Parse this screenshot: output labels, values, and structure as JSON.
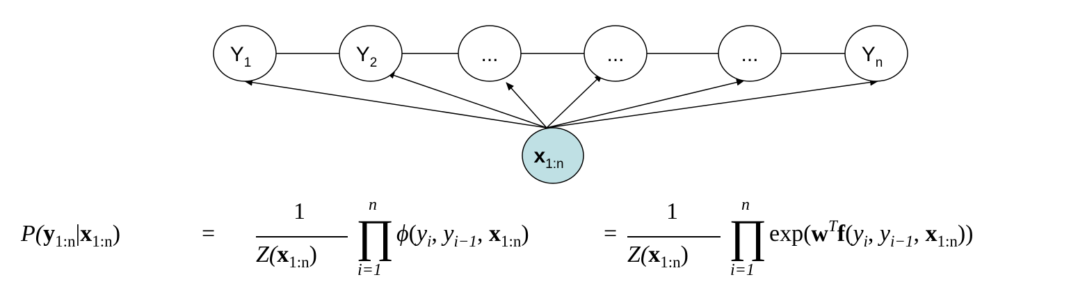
{
  "diagram": {
    "chain_nodes": [
      {
        "label": "Y",
        "sub": "1"
      },
      {
        "label": "Y",
        "sub": "2"
      },
      {
        "label": "...",
        "sub": ""
      },
      {
        "label": "...",
        "sub": ""
      },
      {
        "label": "...",
        "sub": ""
      },
      {
        "label": "Y",
        "sub": "n"
      }
    ],
    "observed_node": {
      "label": "x",
      "sub": "1:n",
      "fill": "#bfe0e4"
    },
    "stroke_color": "#000000"
  },
  "formula": {
    "lhs_P": "P(",
    "lhs_y": "y",
    "lhs_y_sub": "1:n",
    "lhs_bar": "|",
    "lhs_x": "x",
    "lhs_x_sub": "1:n",
    "lhs_close": ")",
    "equals": "=",
    "frac1_num": "1",
    "frac1_den_Z": "Z(",
    "frac1_den_x": "x",
    "frac1_den_sub": "1:n",
    "frac1_den_close": ")",
    "prod1_upper": "n",
    "prod1_lower": "i=1",
    "phi_term": {
      "phi": "ϕ",
      "open": "(",
      "y1": "y",
      "y1_sub": "i",
      "comma1": ", ",
      "y2": "y",
      "y2_sub": "i−1",
      "comma2": ", ",
      "x": "x",
      "x_sub": "1:n",
      "close": ")"
    },
    "equals2": "=",
    "frac2_num": "1",
    "frac2_den_Z": "Z(",
    "frac2_den_x": "x",
    "frac2_den_sub": "1:n",
    "frac2_den_close": ")",
    "prod2_upper": "n",
    "prod2_lower": "i=1",
    "exp_term": {
      "exp": "exp(",
      "w": "w",
      "w_sup": "T",
      "f": "f",
      "open": "(",
      "y1": "y",
      "y1_sub": "i",
      "comma1": ", ",
      "y2": "y",
      "y2_sub": "i−1",
      "comma2": ", ",
      "x": "x",
      "x_sub": "1:n",
      "close": "))"
    }
  }
}
